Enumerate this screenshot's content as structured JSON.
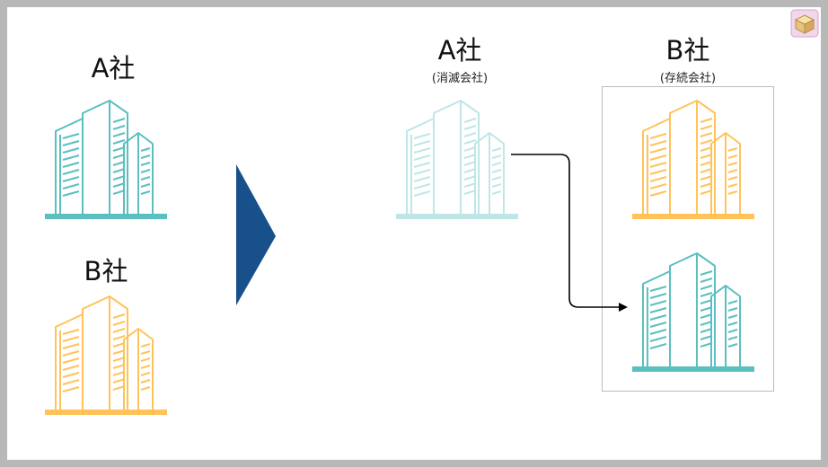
{
  "left": {
    "company_a": "A社",
    "company_b": "B社"
  },
  "right": {
    "company_a": "A社",
    "company_a_note": "(消滅会社)",
    "company_b": "B社",
    "company_b_note": "(存続会社)"
  },
  "colors": {
    "teal": "#5bbfc0",
    "teal_faded": "#bfe6e6",
    "orange": "#ffc35a",
    "arrow": "#17508a",
    "connector": "#000000",
    "border": "#b8b8b8"
  },
  "icons": {
    "corner": "box-icon",
    "company_a": "building-icon",
    "company_b": "building-icon",
    "transition": "triangle-arrow-icon"
  }
}
